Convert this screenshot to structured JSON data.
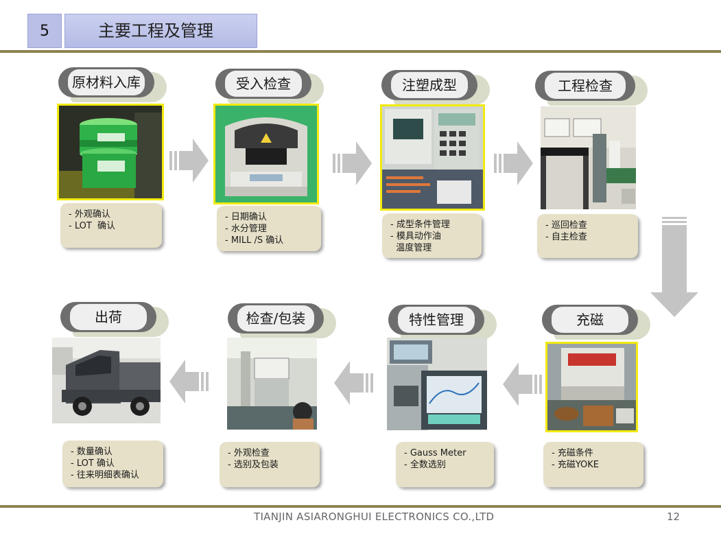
{
  "header": {
    "number": "5",
    "title": "主要工程及管理"
  },
  "footer": {
    "company": "TIANJIN ASIARONGHUI ELECTRONICS CO.,LTD",
    "page": "12"
  },
  "steps": [
    {
      "title": "原材料入库",
      "notes": [
        "- 外观确认",
        "- LOT  确认"
      ]
    },
    {
      "title": "受入检查",
      "notes": [
        "- 日期确认",
        "- 水分管理",
        "- MILL /S 确认"
      ]
    },
    {
      "title": "注塑成型",
      "notes": [
        "- 成型条件管理",
        "- 模具动作油",
        "  温度管理"
      ]
    },
    {
      "title": "工程检查",
      "notes": [
        "- 巡回检查",
        "",
        "- 自主检查"
      ]
    },
    {
      "title": "充磁",
      "notes": [
        "- 充磁条件",
        "- 充磁YOKE"
      ]
    },
    {
      "title": "特性管理",
      "notes": [
        "- Gauss Meter",
        "- 全数选别"
      ]
    },
    {
      "title": "检查/包装",
      "notes": [
        "- 外观检查",
        "- 选别及包装"
      ]
    },
    {
      "title": "出荷",
      "notes": [
        "- 数量确认",
        "- LOT 确认",
        "- 往来明细表确认"
      ]
    }
  ],
  "colors": {
    "accent_line": "#8c8250",
    "header_bg": "#b9bfe6",
    "note_bg": "#e6e0c8",
    "arrow": "#c4c4c4",
    "highlight": "#f2ea10"
  }
}
